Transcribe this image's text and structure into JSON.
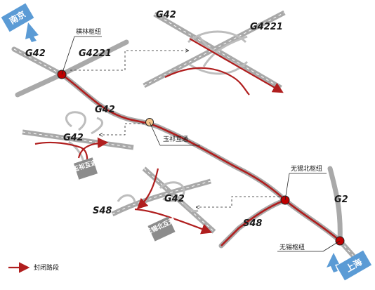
{
  "colors": {
    "road": "#a9a9a9",
    "closed": "#b01e1e",
    "sign": "#5b9bd5",
    "label_box": "#8c8c8c",
    "node_red": "#c00000",
    "node_orange": "#f5c58a"
  },
  "cities": {
    "nanjing": "南京",
    "shanghai": "上海"
  },
  "highways": {
    "g42_nw": "G42",
    "g4221_nw": "G4221",
    "g42_mid": "G42",
    "s48": "S48",
    "g2": "G2",
    "inset1_g42": "G42",
    "inset1_g4221": "G4221",
    "inset2_g42": "G42",
    "inset3_g42": "G42",
    "inset3_s48": "S48"
  },
  "nodes": {
    "henglin": "横林枢纽",
    "yuqi": "玉祁互通",
    "wuxi_north": "无锡北枢纽",
    "wuxi": "无锡枢纽"
  },
  "inset_labels": {
    "yuqi_box": "玉祁互通",
    "wuxi_north_box": "无锡北互通"
  },
  "legend": {
    "closed_label": "封闭路段"
  }
}
